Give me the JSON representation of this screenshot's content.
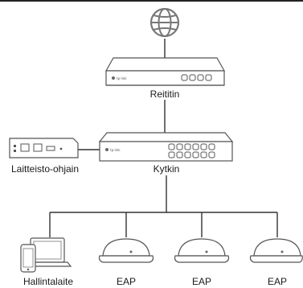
{
  "diagram": {
    "frame_color": "#222222",
    "line_color": "#333333",
    "device_stroke": "#555555",
    "brand_text": "tp-link",
    "nodes": {
      "internet": {
        "icon": "globe-icon"
      },
      "router": {
        "label": "Reititin",
        "icon": "router-icon"
      },
      "switch": {
        "label": "Kytkin",
        "icon": "switch-icon"
      },
      "controller": {
        "label": "Laitteisto-ohjain",
        "icon": "hardware-controller-icon"
      },
      "management": {
        "label": "Hallintalaite",
        "icon": "laptop-phone-icon"
      },
      "eaps": [
        {
          "label": "EAP",
          "icon": "access-point-icon"
        },
        {
          "label": "EAP",
          "icon": "access-point-icon"
        },
        {
          "label": "EAP",
          "icon": "access-point-icon"
        }
      ]
    }
  }
}
